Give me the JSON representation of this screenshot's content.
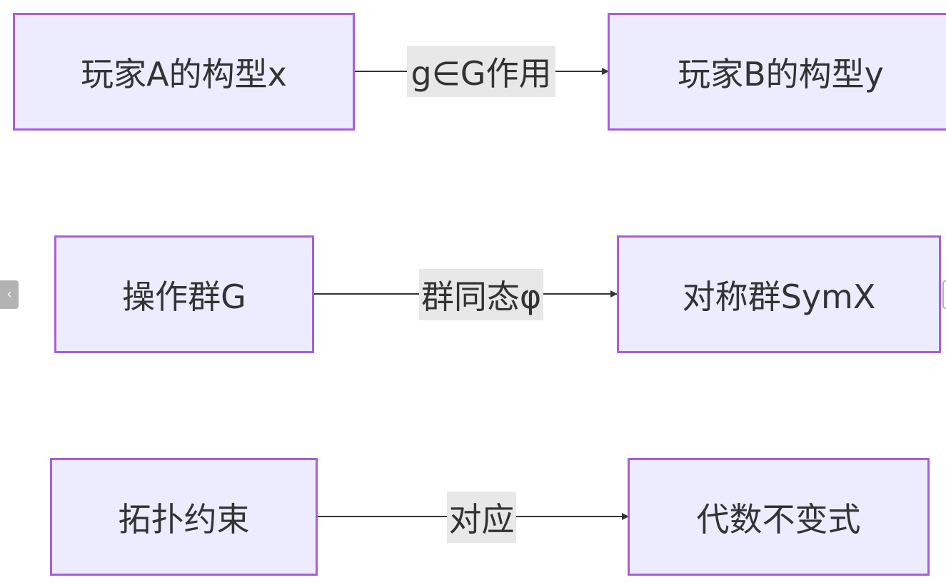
{
  "rows": [
    {
      "source": "玩家A的构型x",
      "edge": "g∈G作用",
      "target": "玩家B的构型y"
    },
    {
      "source": "操作群G",
      "edge": "群同态φ",
      "target": "对称群SymX"
    },
    {
      "source": "拓扑约束",
      "edge": "对应",
      "target": "代数不变式"
    }
  ],
  "nav": {
    "prev_glyph": "‹"
  },
  "colors": {
    "node_fill": "#ececfe",
    "node_border": "#a65fdb",
    "edge_stroke": "#333333",
    "label_bg": "#e8e8e8",
    "nav": "#b3b3b3"
  }
}
